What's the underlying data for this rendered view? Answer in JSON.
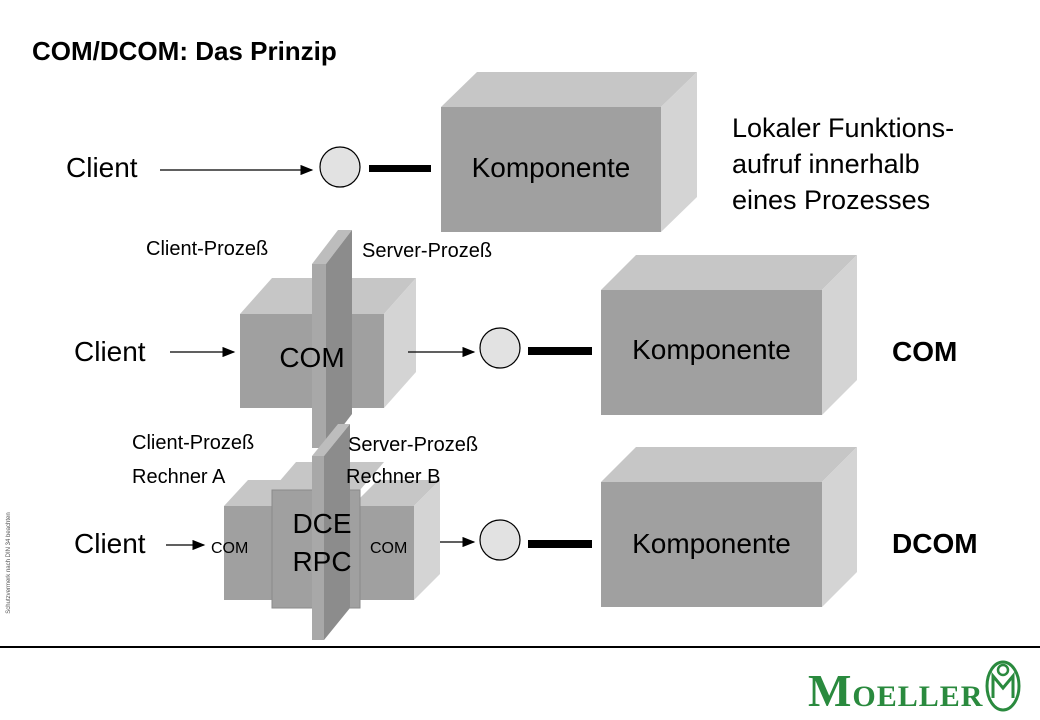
{
  "title": "COM/DCOM: Das Prinzip",
  "description": [
    "Lokaler Funktions-",
    "aufruf innerhalb",
    "eines Prozesses"
  ],
  "rows": [
    {
      "client": "Client",
      "component": "Komponente",
      "tag": ""
    },
    {
      "client": "Client",
      "component": "Komponente",
      "tag": "COM",
      "left_process": "Client-Prozeß",
      "right_process": "Server-Prozeß",
      "middle_box": "COM"
    },
    {
      "client": "Client",
      "component": "Komponente",
      "tag": "DCOM",
      "left_process": "Client-Prozeß",
      "left_machine": "Rechner A",
      "right_process": "Server-Prozeß",
      "right_machine": "Rechner B",
      "left_com": "COM",
      "right_com": "COM",
      "rpc_line1": "DCE",
      "rpc_line2": "RPC"
    }
  ],
  "side_note": "Schutzvermerk nach DIN 34 beachten",
  "logo": {
    "text_m": "M",
    "text_rest": "OELLER"
  },
  "colors": {
    "box_front": "#a0a0a0",
    "box_top": "#c6c6c6",
    "box_side": "#d4d4d4",
    "brand": "#2a8a3e",
    "circle": "#e2e2e2"
  }
}
